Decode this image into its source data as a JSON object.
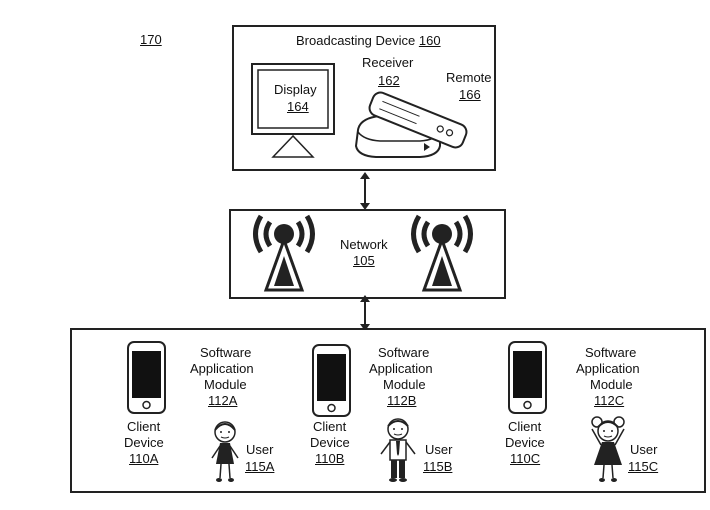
{
  "figure_ref": "170",
  "broadcasting_device": {
    "title": "Broadcasting Device",
    "ref": "160"
  },
  "display": {
    "label": "Display",
    "ref": "164"
  },
  "receiver": {
    "label": "Receiver",
    "ref": "162"
  },
  "remote": {
    "label": "Remote",
    "ref": "166"
  },
  "network": {
    "label": "Network",
    "ref": "105"
  },
  "clients": [
    {
      "device_line1": "Client",
      "device_line2": "Device",
      "device_ref": "110A",
      "module_line1": "Software",
      "module_line2": "Application",
      "module_line3": "Module",
      "module_ref": "112A",
      "user_label": "User",
      "user_ref": "115A"
    },
    {
      "device_line1": "Client",
      "device_line2": "Device",
      "device_ref": "110B",
      "module_line1": "Software",
      "module_line2": "Application",
      "module_line3": "Module",
      "module_ref": "112B",
      "user_label": "User",
      "user_ref": "115B"
    },
    {
      "device_line1": "Client",
      "device_line2": "Device",
      "device_ref": "110C",
      "module_line1": "Software",
      "module_line2": "Application",
      "module_line3": "Module",
      "module_ref": "112C",
      "user_label": "User",
      "user_ref": "115C"
    }
  ]
}
